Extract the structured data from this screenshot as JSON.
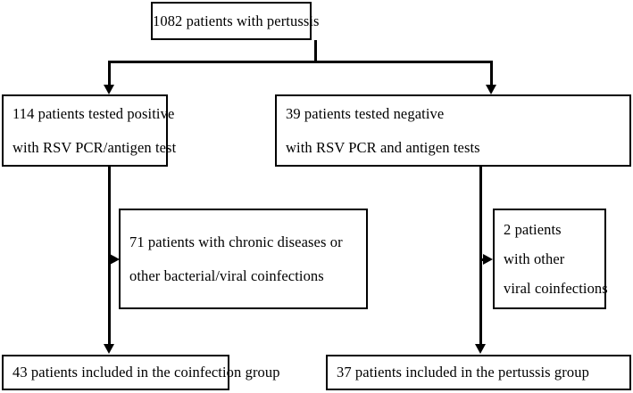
{
  "diagram": {
    "type": "flowchart",
    "title": "Patient flow diagram of pertussis and RSV coinfection study",
    "nodes": {
      "top": {
        "id": "total-cohort",
        "lines": [
          "1082 patients with pertussis"
        ]
      },
      "rsv_positive": {
        "id": "rsv-positive",
        "lines": [
          "114 patients tested positive",
          "with RSV PCR/antigen test"
        ]
      },
      "rsv_negative": {
        "id": "rsv-negative",
        "lines": [
          "39 patients tested negative",
          "with RSV PCR and antigen tests"
        ]
      },
      "excluded_left": {
        "id": "excluded-coinfection-arm",
        "lines": [
          "71 patients with chronic diseases or",
          "other bacterial/viral coinfections"
        ]
      },
      "excluded_right": {
        "id": "excluded-pertussis-arm",
        "lines": [
          "2 patients",
          "with other",
          "viral coinfections"
        ]
      },
      "final_left": {
        "id": "coinfection-group",
        "lines": [
          "43 patients included in the coinfection group"
        ]
      },
      "final_right": {
        "id": "pertussis-group",
        "lines": [
          "37 patients included in the pertussis group"
        ]
      }
    },
    "colors": {
      "border": "#000000",
      "background": "#ffffff",
      "text": "#000000"
    }
  }
}
